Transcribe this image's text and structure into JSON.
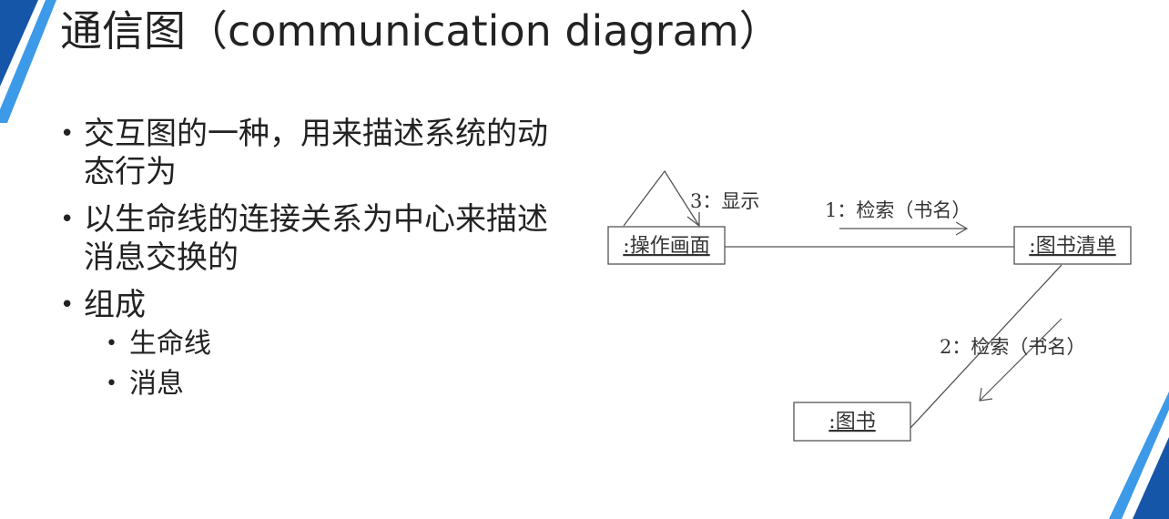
{
  "slide": {
    "title": "通信图（communication diagram）",
    "bullets": [
      {
        "text": "交互图的一种，用来描述系统的动态行为"
      },
      {
        "text": "以生命线的连接关系为中心来描述消息交换的"
      },
      {
        "text": "组成"
      }
    ],
    "sub_bullets": [
      {
        "text": "生命线"
      },
      {
        "text": "消息"
      }
    ],
    "accent_color": "#1a73c9"
  },
  "diagram": {
    "lifelines": [
      {
        "label": ":操作画面"
      },
      {
        "label": ":图书清单"
      },
      {
        "label": ":图书"
      }
    ],
    "messages": [
      {
        "label": "1：检索（书名）"
      },
      {
        "label": "2：检索（书名）"
      },
      {
        "label": "3：显示"
      }
    ]
  }
}
